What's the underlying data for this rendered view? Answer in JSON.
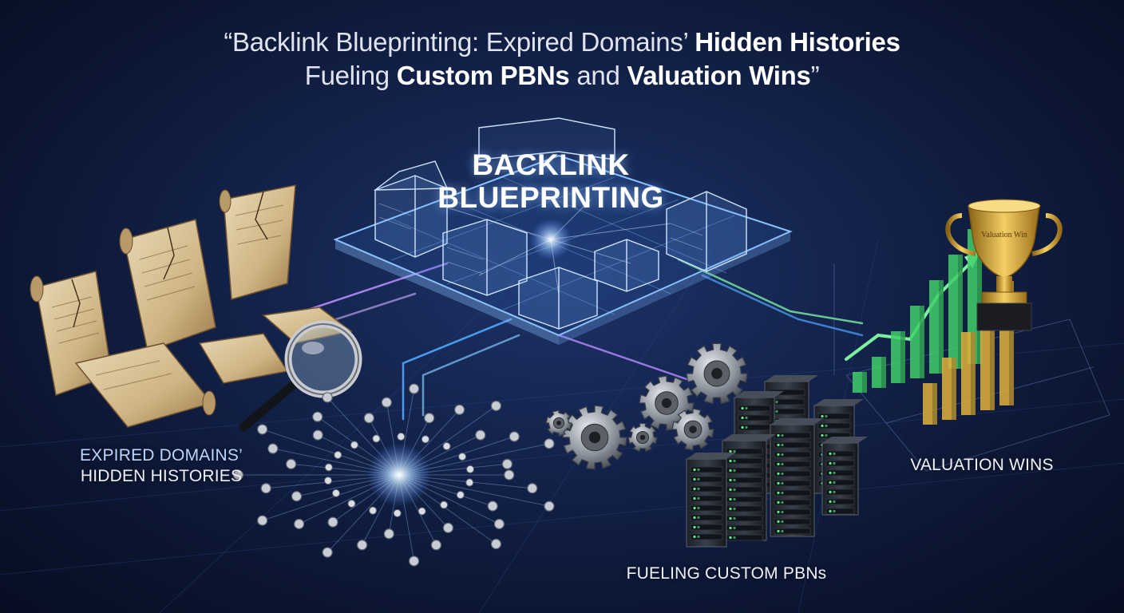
{
  "headline": {
    "line1_prefix": "“Backlink Blueprinting: Expired Domains’ ",
    "line1_bold": "Hidden Histories",
    "line2_prefix": "Fueling ",
    "line2_bold1": "Custom PBNs",
    "line2_mid": " and ",
    "line2_bold2": "Valuation Wins",
    "line2_suffix": "”"
  },
  "hero": {
    "line1": "BACKLINK",
    "line2": "BLUEPRINTING"
  },
  "captions": {
    "expired_line1": "EXPIRED DOMAINS’",
    "expired_line2": "HIDDEN HISTORIES",
    "pbn": "FUELING CUSTOM PBNs",
    "valuation": "VALUATION WINS"
  },
  "trophy_label": "Valuation Win",
  "bar_chart": {
    "values": [
      2,
      3,
      5,
      7,
      9,
      11,
      13,
      4,
      6,
      8,
      10,
      12
    ],
    "colors": [
      "#3fcf6a",
      "#e0b23c"
    ]
  },
  "colors": {
    "background": "#13224a",
    "blueprint": "#7fb6ff",
    "link_purple": "#b58cff",
    "link_blue": "#4fa8ff",
    "link_green": "#7df0a0",
    "parchment": "#d8c39a",
    "gold": "#e4b33f",
    "green_bar": "#3fcf6a"
  },
  "icons": [
    "scroll-icon",
    "magnifier-icon",
    "network-node-icon",
    "building-icon",
    "gear-icon",
    "server-rack-icon",
    "trophy-icon",
    "bar-chart-icon"
  ]
}
